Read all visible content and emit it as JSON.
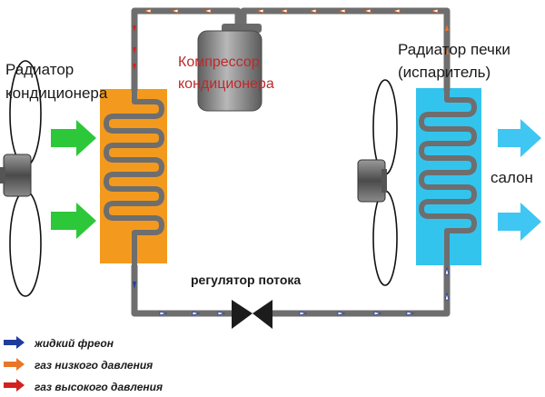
{
  "labels": {
    "condenser_line1": "Радиатор",
    "condenser_line2": "кондиционера",
    "compressor_line1": "Компрессор",
    "compressor_line2": "кондиционера",
    "evaporator_line1": "Радиатор печки",
    "evaporator_line2": "(испаритель)",
    "cabin": "салон",
    "flow_regulator": "регулятор потока"
  },
  "legend": [
    {
      "text": "жидкий фреон",
      "color": "#1f3b9c"
    },
    {
      "text": "газ низкого давления",
      "color": "#e8762a"
    },
    {
      "text": "газ высокого давления",
      "color": "#d42020"
    }
  ],
  "colors": {
    "pipe": "#6e6e6e",
    "condenser": "#f39a1e",
    "evaporator": "#33c4ee",
    "air_in": "#2cc83a",
    "air_out": "#3fc6f2",
    "compressor": "#7c7c7c",
    "flow_arrow_red": "#d42020",
    "flow_arrow_orange": "#e8762a",
    "flow_arrow_white": "#ffffff"
  },
  "icons": {
    "condenser_fan": "fan-icon",
    "evaporator_fan": "fan-icon",
    "valve": "bowtie-valve-icon"
  }
}
